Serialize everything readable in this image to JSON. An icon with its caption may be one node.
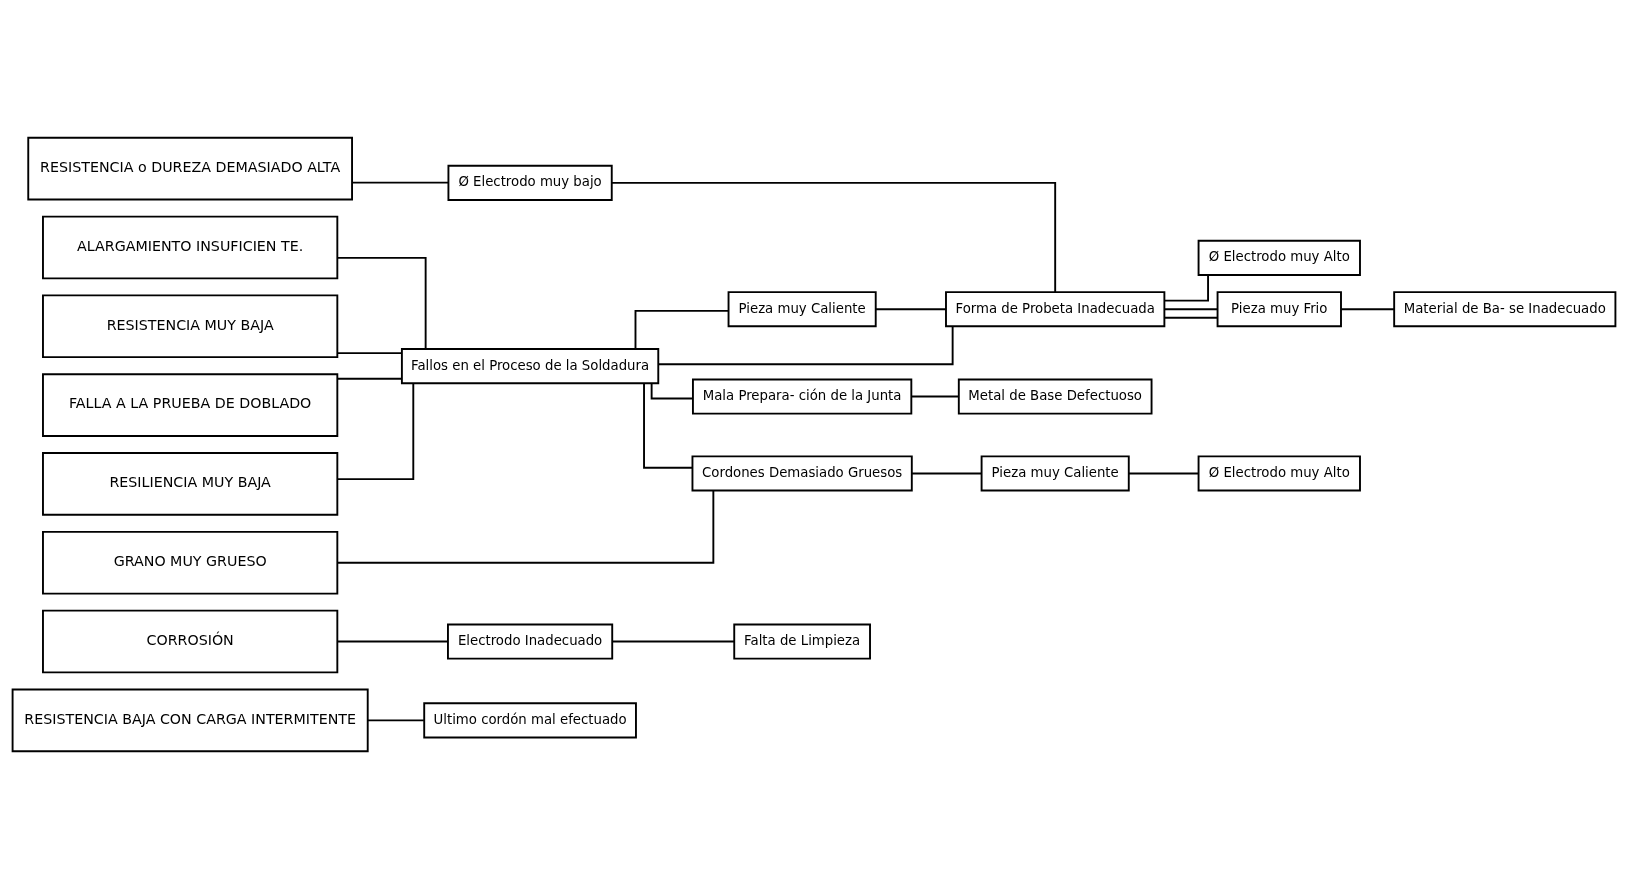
{
  "diagram": {
    "nodes": [
      {
        "text": [
          "RESISTENCIA o DUREZA DEMASIADO ALTA"
        ]
      },
      {
        "text": [
          "ALARGAMIENTO INSUFICIEN TE."
        ]
      },
      {
        "text": [
          "RESISTENCIA MUY BAJA"
        ]
      },
      {
        "text": [
          "FALLA A LA PRUEBA DE DOBLADO"
        ]
      },
      {
        "text": [
          "RESILIENCIA MUY BAJA"
        ]
      },
      {
        "text": [
          "GRANO MUY GRUESO"
        ]
      },
      {
        "text": [
          "CORROSIÓN"
        ]
      },
      {
        "text": [
          "RESISTENCIA BAJA CON CARGA INTERMITENTE"
        ]
      },
      {
        "text": [
          "Ø Electrodo muy bajo"
        ]
      },
      {
        "text": [
          "Fallos en el Proceso de la Soldadura"
        ]
      },
      {
        "text": [
          "Pieza muy Caliente"
        ]
      },
      {
        "text": [
          "Mala Prepara- ción de la Junta"
        ]
      },
      {
        "text": [
          "Cordones Demasiado Gruesos"
        ]
      },
      {
        "text": [
          "Pieza muy Caliente"
        ]
      },
      {
        "text": [
          "Ø Electrodo muy Alto"
        ]
      },
      {
        "text": [
          "Electrodo Inadecuado"
        ]
      },
      {
        "text": [
          "Falta de Limpieza"
        ]
      },
      {
        "text": [
          "Ultimo cordón mal efectuado"
        ]
      },
      {
        "text": [
          "Forma de Probeta Inadecuada"
        ]
      },
      {
        "text": [
          "Pieza muy Frio"
        ]
      },
      {
        "text": [
          "Material de Ba- se Inadecuado"
        ]
      },
      {
        "text": [
          "Ø Electrodo muy Alto"
        ]
      },
      {
        "text": [
          "Metal de Base Defectuoso"
        ]
      }
    ],
    "edges": [
      {
        "from": 0,
        "to": 8,
        "arrow": "none"
      },
      {
        "from": 8,
        "to": 18,
        "arrow": "none"
      },
      {
        "from": 1,
        "to": 9,
        "arrow": "none"
      },
      {
        "from": 2,
        "to": 9,
        "arrow": "none"
      },
      {
        "from": 3,
        "to": 9,
        "arrow": "none"
      },
      {
        "from": 4,
        "to": 9,
        "arrow": "none"
      },
      {
        "from": 9,
        "to": 18,
        "arrow": "none"
      },
      {
        "from": 9,
        "to": 10,
        "arrow": "none"
      },
      {
        "from": 10,
        "to": 18,
        "arrow": "none"
      },
      {
        "from": 9,
        "to": 11,
        "arrow": "none"
      },
      {
        "from": 11,
        "to": 22,
        "arrow": "none"
      },
      {
        "from": 9,
        "to": 12,
        "arrow": "none"
      },
      {
        "from": 5,
        "to": 12,
        "arrow": "none"
      },
      {
        "from": 12,
        "to": 13,
        "arrow": "none"
      },
      {
        "from": 13,
        "to": 14,
        "arrow": "none"
      },
      {
        "from": 18,
        "to": 19,
        "arrow": "none"
      },
      {
        "from": 18,
        "to": 19,
        "arrow": "none"
      },
      {
        "from": 19,
        "to": 20,
        "arrow": "none"
      },
      {
        "from": 18,
        "to": 21,
        "arrow": "none"
      },
      {
        "from": 6,
        "to": 15,
        "arrow": "none"
      },
      {
        "from": 15,
        "to": 16,
        "arrow": "none"
      },
      {
        "from": 7,
        "to": 17,
        "arrow": "none"
      }
    ]
  }
}
